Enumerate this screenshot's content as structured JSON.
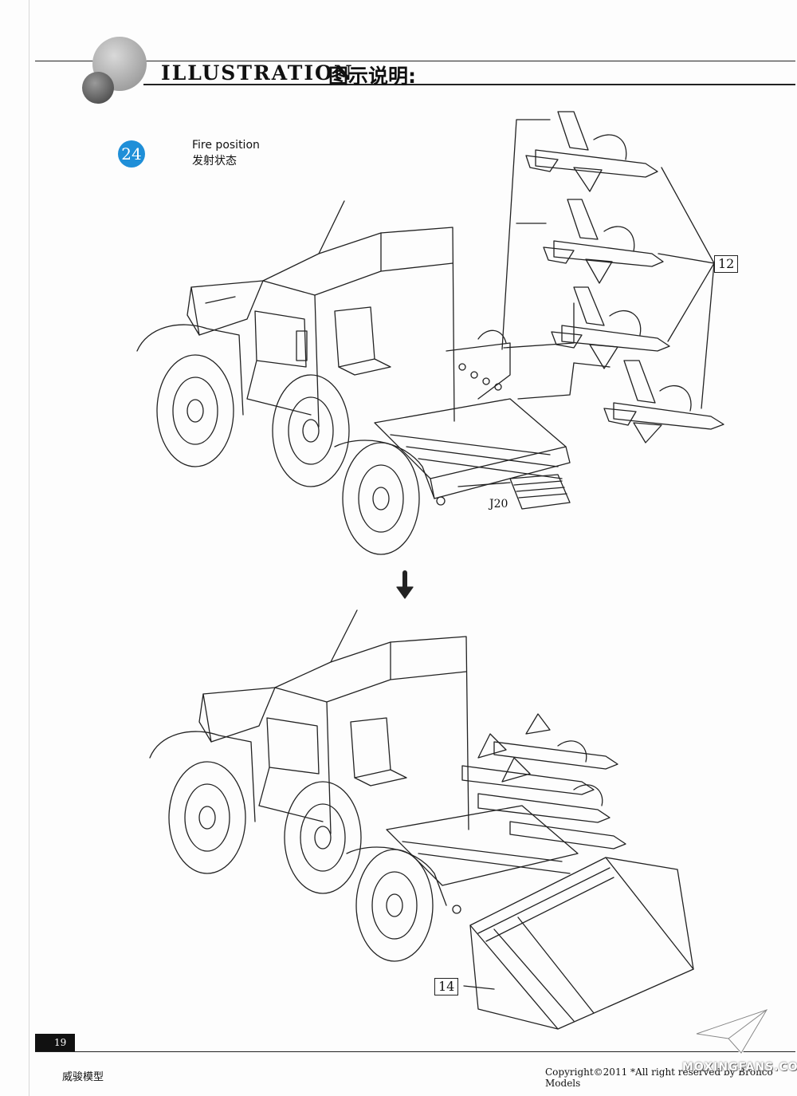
{
  "header": {
    "title_en": "ILLUSTRATION",
    "title_cn": "图示说明:"
  },
  "step": {
    "number": "24",
    "title_en": "Fire position",
    "title_cn": "发射状态"
  },
  "callouts": {
    "missile_group": "12",
    "loading_rack": "14",
    "part_j20": "J20"
  },
  "footer": {
    "page_number": "19",
    "publisher_cn": "威骏模型",
    "copyright": "Copyright©2011 *All right reserved by Bronco Models",
    "watermark": "MOXINGFANS.COM"
  },
  "colors": {
    "step_badge": "#1f8fd8",
    "ink": "#222222"
  }
}
